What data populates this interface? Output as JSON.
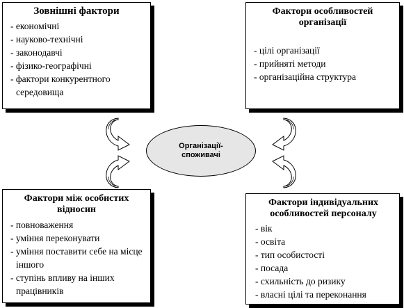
{
  "external_factors": {
    "title": "Зовнішні фактори",
    "items": [
      "економічні",
      "науково-технічні",
      "законодавчі",
      "фізико-географічні",
      "фактори конкурентного середовища"
    ]
  },
  "organization_factors": {
    "title": "Фактори особливостей організації",
    "items": [
      "цілі організації",
      "прийняті методи",
      "організаційна структура"
    ]
  },
  "interpersonal_factors": {
    "title": "Фактори між особистих відносин",
    "items": [
      "повноваження",
      "уміння переконувати",
      "уміння поставити себе на місце іншого",
      "ступінь впливу на інших працівників"
    ]
  },
  "individual_factors": {
    "title": "Фактори індивідуальних особливостей персоналу",
    "items": [
      "вік",
      "освіта",
      "тип особистості",
      "посада",
      "схильність до ризику",
      "власні цілі та переконання"
    ]
  },
  "center": {
    "label": "Організації-споживачі"
  }
}
